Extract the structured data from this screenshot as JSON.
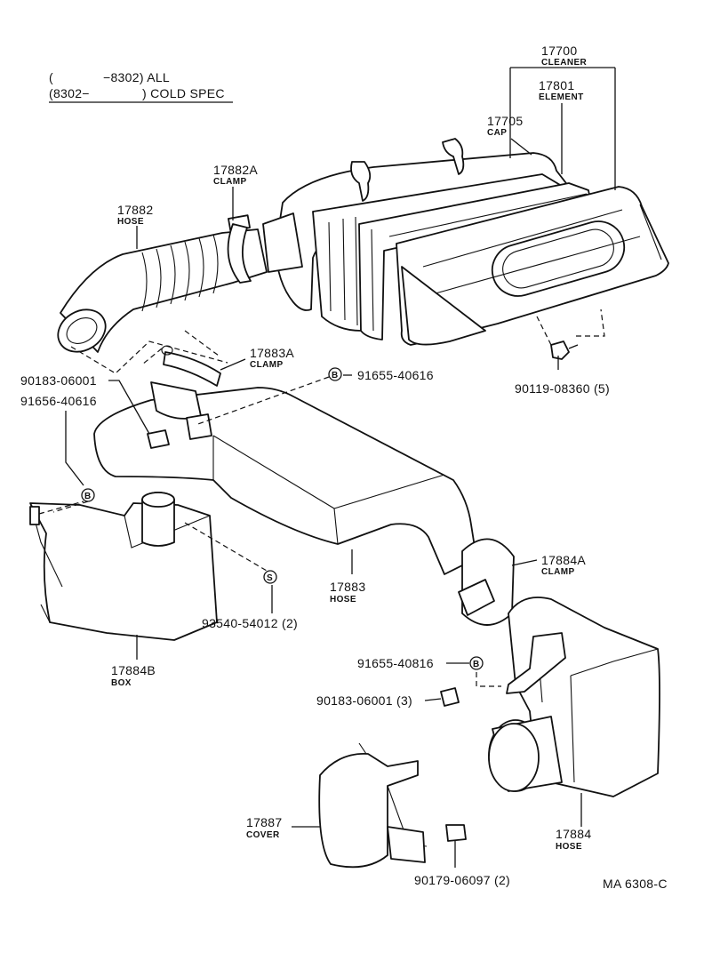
{
  "spec": {
    "line1_prefix": "(",
    "line1_text": "−8302) ALL",
    "line2_prefix": "(8302−",
    "line2_text": ") COLD SPEC"
  },
  "diagram_code": "MA 6308-C",
  "markers": {
    "b": "B",
    "s": "S"
  },
  "labels": {
    "p17700": {
      "num": "17700",
      "name": "CLEANER"
    },
    "p17801": {
      "num": "17801",
      "name": "ELEMENT"
    },
    "p17705": {
      "num": "17705",
      "name": "CAP"
    },
    "p17882A": {
      "num": "17882A",
      "name": "CLAMP"
    },
    "p17882": {
      "num": "17882",
      "name": "HOSE"
    },
    "p17883A": {
      "num": "17883A",
      "name": "CLAMP"
    },
    "p17883": {
      "num": "17883",
      "name": "HOSE"
    },
    "p17884A": {
      "num": "17884A",
      "name": "CLAMP"
    },
    "p17884B": {
      "num": "17884B",
      "name": "BOX"
    },
    "p17884": {
      "num": "17884",
      "name": "HOSE"
    },
    "p17887": {
      "num": "17887",
      "name": "COVER"
    },
    "p90183a": {
      "num": "90183-06001"
    },
    "p91656": {
      "num": "91656-40616"
    },
    "p91655a": {
      "num": "91655-40616"
    },
    "p90119": {
      "num": "90119-08360 (5)"
    },
    "p93540": {
      "num": "93540-54012 (2)"
    },
    "p91655b": {
      "num": "91655-40816"
    },
    "p90183b": {
      "num": "90183-06001 (3)"
    },
    "p90179": {
      "num": "90179-06097 (2)"
    }
  }
}
